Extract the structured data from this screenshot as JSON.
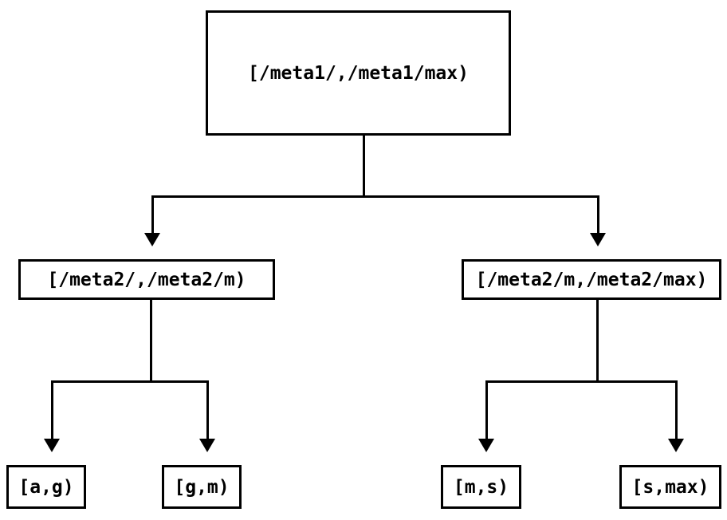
{
  "diagram": {
    "type": "tree",
    "colors": {
      "line": "#000000",
      "text": "#000000",
      "background": "#ffffff"
    },
    "nodes": {
      "root": {
        "label": "[/meta1/,/meta1/max)"
      },
      "left": {
        "label": "[/meta2/,/meta2/m)"
      },
      "right": {
        "label": "[/meta2/m,/meta2/max)"
      },
      "leaf_ag": {
        "label": "[a,g)"
      },
      "leaf_gm": {
        "label": "[g,m)"
      },
      "leaf_ms": {
        "label": "[m,s)"
      },
      "leaf_smax": {
        "label": "[s,max)"
      }
    },
    "edges": [
      {
        "from": "root",
        "to": "left"
      },
      {
        "from": "root",
        "to": "right"
      },
      {
        "from": "left",
        "to": "leaf_ag"
      },
      {
        "from": "left",
        "to": "leaf_gm"
      },
      {
        "from": "right",
        "to": "leaf_ms"
      },
      {
        "from": "right",
        "to": "leaf_smax"
      }
    ]
  }
}
